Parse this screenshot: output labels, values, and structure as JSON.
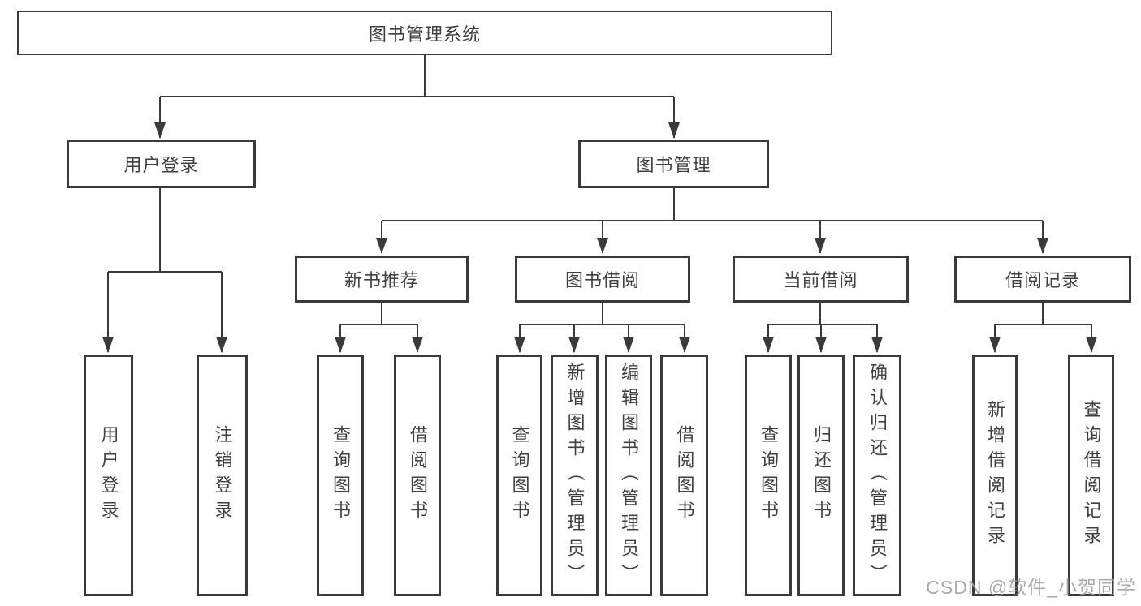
{
  "diagram": {
    "type": "functional-structure-tree",
    "direction": "top-down"
  },
  "tree": {
    "label": "图书管理系统",
    "children": [
      {
        "label": "用户登录",
        "children": [
          {
            "label": "用户登录"
          },
          {
            "label": "注销登录"
          }
        ]
      },
      {
        "label": "图书管理",
        "children": [
          {
            "label": "新书推荐",
            "children": [
              {
                "label": "查询图书"
              },
              {
                "label": "借阅图书"
              }
            ]
          },
          {
            "label": "图书借阅",
            "children": [
              {
                "label": "查询图书"
              },
              {
                "label": "新增图书（管理员）"
              },
              {
                "label": "编辑图书（管理员）"
              },
              {
                "label": "借阅图书"
              }
            ]
          },
          {
            "label": "当前借阅",
            "children": [
              {
                "label": "查询图书"
              },
              {
                "label": "归还图书"
              },
              {
                "label": "确认归还（管理员）"
              }
            ]
          },
          {
            "label": "借阅记录",
            "children": [
              {
                "label": "新增借阅记录"
              },
              {
                "label": "查询借阅记录"
              }
            ]
          }
        ]
      }
    ]
  },
  "watermark": {
    "text": "CSDN @软件_小贺同学"
  },
  "colors": {
    "line": "#3a3a3a",
    "box_border": "#3a3a3a",
    "text": "#3f3f3f",
    "watermark": "#a3a3a3",
    "background": "#ffffff"
  }
}
